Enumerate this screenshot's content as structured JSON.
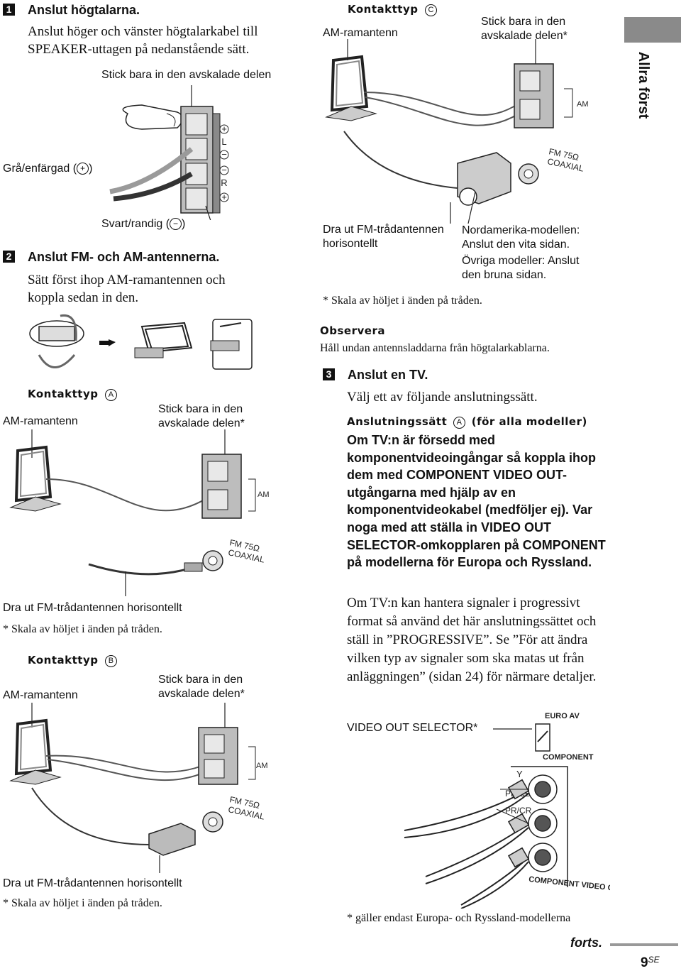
{
  "side_tab": {
    "label": "Allra först"
  },
  "step1": {
    "num": "1",
    "title": "Anslut högtalarna.",
    "body": "Anslut höger och vänster högtalarkabel till SPEAKER-uttagen på nedanstående sätt.",
    "diagram": {
      "label_top": "Stick bara in den avskalade delen",
      "label_gray": "Grå/enfärgad (",
      "label_black": "Svart/randig (",
      "plus": "+",
      "minus": "−",
      "close_paren": ")",
      "terminal_marks": [
        "+",
        "L",
        "−",
        "−",
        "R",
        "+"
      ]
    }
  },
  "step2": {
    "num": "2",
    "title": "Anslut FM- och AM-antennerna.",
    "body": "Sätt först ihop AM-ramantennen och koppla sedan in den."
  },
  "type_a": {
    "title": "Kontakttyp",
    "letter": "A",
    "am_label": "AM-ramantenn",
    "stick_label": "Stick bara in den avskalade delen*",
    "fm_label": "Dra ut FM-trådantennen horisontellt",
    "note": "* Skala av höljet i änden på tråden.",
    "am_mark": "AM",
    "fm_mark": "FM 75Ω",
    "coax_mark": "COAXIAL"
  },
  "type_b": {
    "title": "Kontakttyp",
    "letter": "B",
    "am_label": "AM-ramantenn",
    "stick_label": "Stick bara in den avskalade delen*",
    "fm_label": "Dra ut FM-trådantennen horisontellt",
    "note": "* Skala av höljet i änden på tråden.",
    "am_mark": "AM",
    "fm_mark": "FM 75Ω",
    "coax_mark": "COAXIAL"
  },
  "type_c": {
    "title": "Kontakttyp",
    "letter": "C",
    "am_label": "AM-ramantenn",
    "stick_label": "Stick bara in den avskalade delen*",
    "fm_label": "Dra ut FM-trådantennen horisontellt",
    "na_label": "Nordamerika-modellen: Anslut den vita sidan.",
    "other_label": "Övriga modeller: Anslut den bruna sidan.",
    "note": "* Skala av höljet i änden på tråden.",
    "am_mark": "AM",
    "fm_mark": "FM 75Ω",
    "coax_mark": "COAXIAL"
  },
  "observera": {
    "title": "Observera",
    "text": "Håll undan antennsladdarna från högtalarkablarna."
  },
  "step3": {
    "num": "3",
    "title": "Anslut en TV.",
    "body": "Välj ett av följande anslutningssätt.",
    "method_title": "Anslutningssätt",
    "method_letter": "A",
    "method_suffix": "(för alla modeller)",
    "bold_text": "Om TV:n är försedd med komponentvideoingångar så koppla ihop dem med COMPONENT VIDEO OUT-utgångarna med hjälp av en komponentvideokabel (medföljer ej). Var noga med att ställa in VIDEO OUT SELECTOR-omkopplaren på COMPONENT på modellerna för Europa och Ryssland.",
    "plain_text": "Om TV:n kan hantera signaler i progressivt format så använd det här anslutningssättet och ställ in ”PROGRESSIVE”. Se ”För att ändra vilken typ av signaler som ska matas ut från anläggningen” (sidan 24) för närmare detaljer.",
    "selector_label": "VIDEO OUT SELECTOR*",
    "selector_marks": {
      "euro_av": "EURO AV",
      "component": "COMPONENT",
      "y": "Y",
      "pb": "PB/CB",
      "pr": "PR/CR",
      "out": "COMPONENT VIDEO OUT"
    },
    "footnote": "* gäller endast Europa- och Ryssland-modellerna"
  },
  "footer": {
    "forts": "forts.",
    "page": "9",
    "suffix": "SE"
  }
}
